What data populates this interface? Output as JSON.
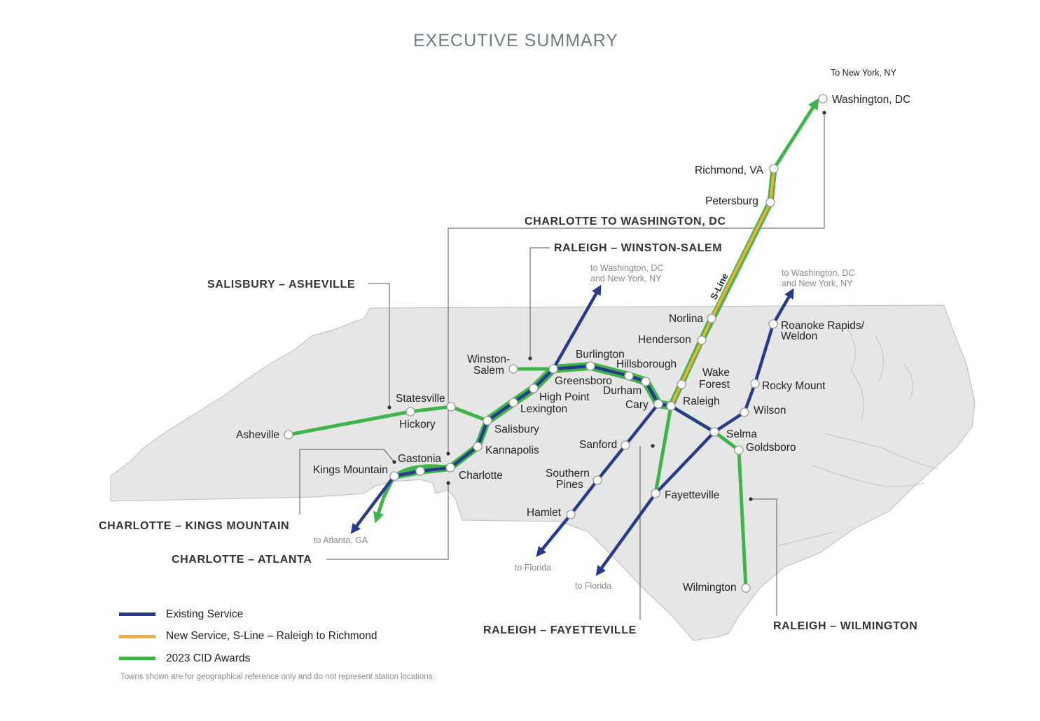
{
  "page": {
    "title": "EXECUTIVE SUMMARY"
  },
  "colors": {
    "existing": "#273a8c",
    "new_sline": "#f0ad3c",
    "cid": "#3fb44a",
    "state_fill": "#e6e6e6"
  },
  "routes": {
    "charlotte_washington": "CHARLOTTE TO WASHINGTON, DC",
    "raleigh_winston": "RALEIGH – WINSTON-SALEM",
    "salisbury_asheville": "SALISBURY – ASHEVILLE",
    "charlotte_kings": "CHARLOTTE – KINGS MOUNTAIN",
    "charlotte_atlanta": "CHARLOTTE – ATLANTA",
    "raleigh_fayetteville": "RALEIGH – FAYETTEVILLE",
    "raleigh_wilmington": "RALEIGH – WILMINGTON"
  },
  "destinations": {
    "to_new_york": "To New York, NY",
    "to_dc_ny_1a": "to Washington, DC",
    "to_dc_ny_1b": "and New York, NY",
    "to_dc_ny_2a": "to Washington, DC",
    "to_dc_ny_2b": "and New York, NY",
    "to_atlanta": "to Atlanta, GA",
    "to_florida_1": "to Florida",
    "to_florida_2": "to Florida"
  },
  "sline_label": "S-Line",
  "cities": {
    "washington": "Washington, DC",
    "richmond": "Richmond, VA",
    "petersburg": "Petersburg",
    "norlina": "Norlina",
    "henderson": "Henderson",
    "wake_forest_1": "Wake",
    "wake_forest_2": "Forest",
    "raleigh": "Raleigh",
    "cary": "Cary",
    "durham": "Durham",
    "hillsborough": "Hillsborough",
    "burlington": "Burlington",
    "greensboro": "Greensboro",
    "winston_1": "Winston-",
    "winston_2": "Salem",
    "high_point": "High Point",
    "lexington": "Lexington",
    "salisbury": "Salisbury",
    "kannapolis": "Kannapolis",
    "charlotte": "Charlotte",
    "gastonia": "Gastonia",
    "kings_mountain": "Kings Mountain",
    "statesville": "Statesville",
    "hickory": "Hickory",
    "asheville": "Asheville",
    "sanford": "Sanford",
    "southern_pines_1": "Southern",
    "southern_pines_2": "Pines",
    "hamlet": "Hamlet",
    "fayetteville": "Fayetteville",
    "selma": "Selma",
    "goldsboro": "Goldsboro",
    "wilson": "Wilson",
    "rocky_mount": "Rocky Mount",
    "roanoke_1": "Roanoke Rapids/",
    "roanoke_2": "Weldon",
    "wilmington": "Wilmington"
  },
  "legend": {
    "existing": "Existing Service",
    "new_sline": "New Service, S-Line – Raleigh to Richmond",
    "cid": "2023 CID Awards"
  },
  "footnote": "Towns shown are for geographical reference only and do not represent station locations."
}
